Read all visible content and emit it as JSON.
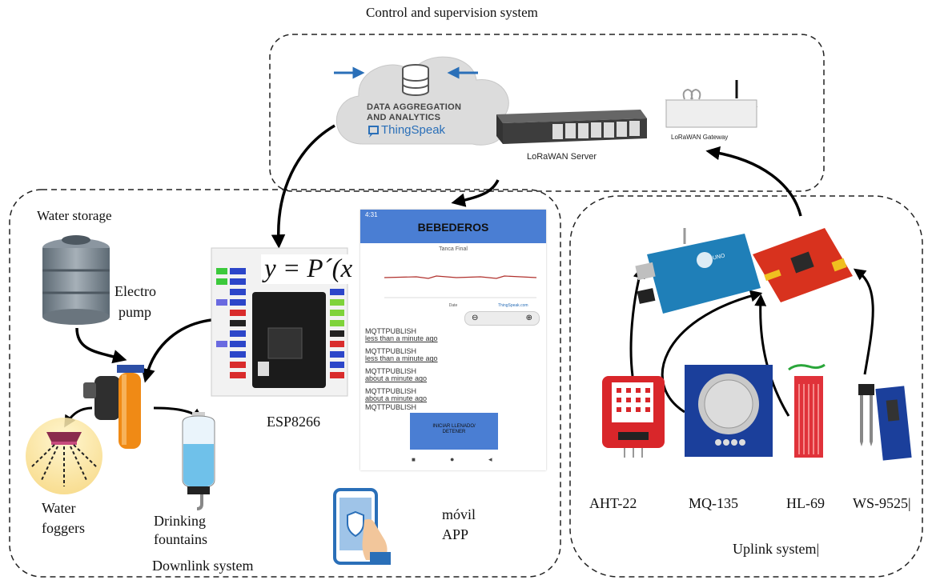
{
  "regions": {
    "control": "Control and supervision system",
    "water_storage": "Water storage",
    "downlink": "Downlink system",
    "uplink": "Uplink system|"
  },
  "cloud": {
    "line1": "DATA AGGREGATION",
    "line2": "AND ANALYTICS",
    "brand": "ThingSpeak"
  },
  "server_label": "LoRaWAN Server",
  "gateway_label": "LoRaWAN Gateway",
  "formula": "y = P´(x − x̄)",
  "labels": {
    "pump_line1": "Electro",
    "pump_line2": "pump",
    "foggers_line1": "Water",
    "foggers_line2": "foggers",
    "fountains_line1": "Drinking",
    "fountains_line2": "fountains",
    "esp": "ESP8266",
    "app_line1": "móvil",
    "app_line2": "APP"
  },
  "app": {
    "status_time": "4:31",
    "title": "BEBEDEROS",
    "chart_title": "Tanca Final",
    "chart_xlabel": "Date",
    "chart_brand": "ThingSpeak.com",
    "messages": [
      {
        "title": "MQTTPUBLISH",
        "time": "less than a minute ago"
      },
      {
        "title": "MQTTPUBLISH",
        "time": "less than a minute ago"
      },
      {
        "title": "MQTTPUBLISH",
        "time": "about a minute ago"
      },
      {
        "title": "MQTTPUBLISH",
        "time": "about a minute ago"
      },
      {
        "title": "MQTTPUBLISH",
        "time": ""
      }
    ],
    "button_line1": "INICIAR LLENADO/",
    "button_line2": "DETENER"
  },
  "arduino_label": "UNO",
  "sensors": [
    {
      "name": "AHT-22"
    },
    {
      "name": "MQ-135"
    },
    {
      "name": "HL-69"
    },
    {
      "name": "WS-9525|"
    }
  ],
  "colors": {
    "arrow": "#000000",
    "arrow_blue": "#2a6fb8",
    "cloud": "#dcdcdc",
    "arduino": "#1f7fb8",
    "shield": "#d8321e",
    "sensor_red": "#d9262a",
    "app_header": "#4a7ed3",
    "mq_blue": "#1b3f9b",
    "tank": "#7c8893"
  }
}
